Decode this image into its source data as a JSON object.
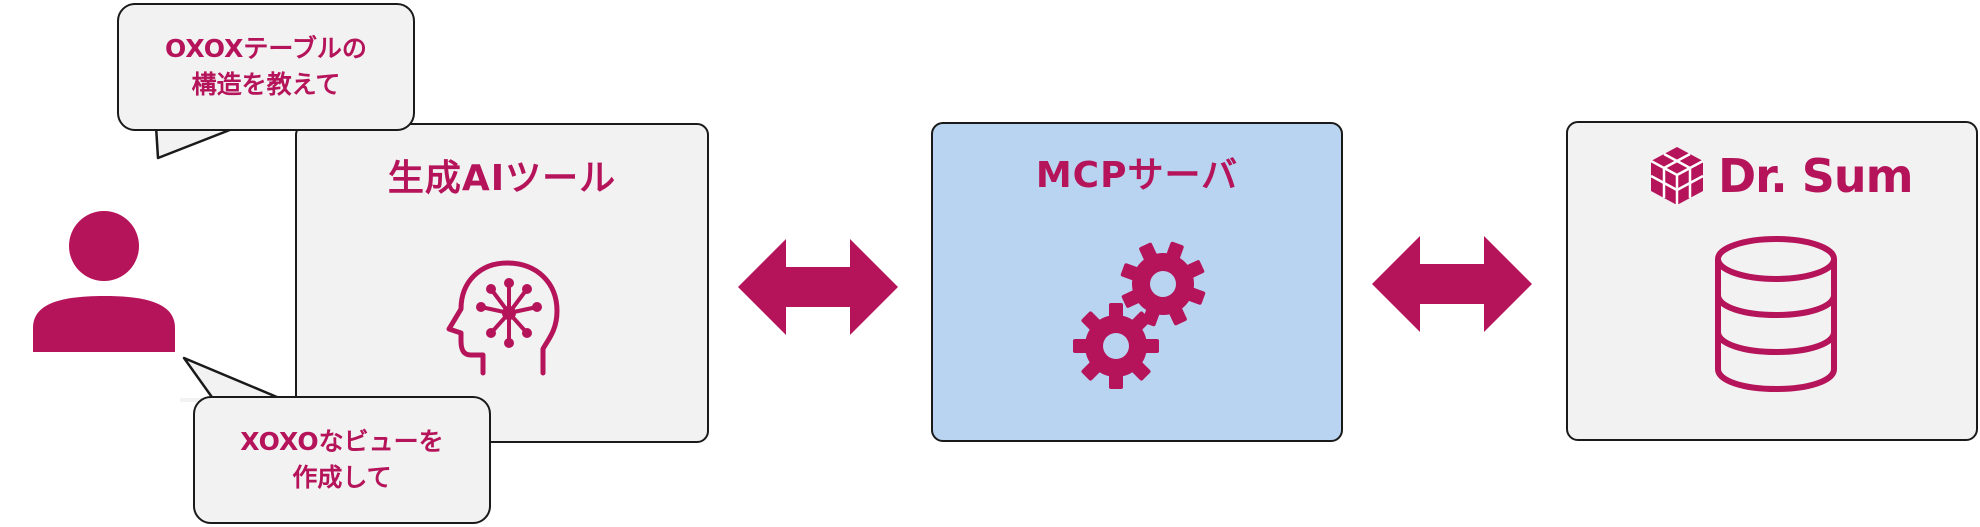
{
  "colors": {
    "accent": "#b5145a",
    "mcp_fill": "#b9d4f0",
    "box_fill": "#f2f2f2",
    "outline": "#1a1a1a"
  },
  "user": {
    "icon": "person-icon"
  },
  "bubbles": {
    "request_1": {
      "line1": "OXOXテーブルの",
      "line2": "構造を教えて"
    },
    "request_2": {
      "line1": "XOXOなビューを",
      "line2": "作成して"
    }
  },
  "ai_tool": {
    "title": "生成AIツール",
    "icon": "ai-brain-icon"
  },
  "mcp_server": {
    "title": "MCPサーバ",
    "icon": "gears-icon"
  },
  "dr_sum": {
    "brand": "Dr. Sum",
    "logo": "dr-sum-cube-logo",
    "icon": "database-icon"
  },
  "arrows": [
    {
      "icon": "double-arrow-icon"
    },
    {
      "icon": "double-arrow-icon"
    }
  ]
}
